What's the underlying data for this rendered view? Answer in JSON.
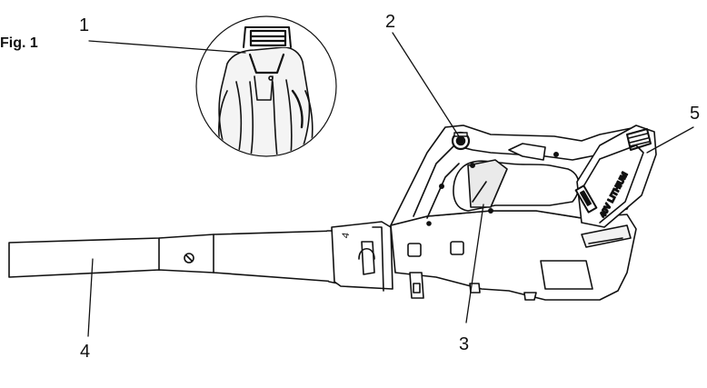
{
  "figure": {
    "title": "Fig. 1"
  },
  "callouts": [
    {
      "id": "1",
      "text": "1"
    },
    {
      "id": "2",
      "text": "2"
    },
    {
      "id": "3",
      "text": "3"
    },
    {
      "id": "4",
      "text": "4"
    },
    {
      "id": "5",
      "text": "5"
    }
  ],
  "battery": {
    "label_text": "40V LITHIUM"
  },
  "colors": {
    "line": "#111111",
    "background": "#ffffff",
    "shade": "#e8e8e8"
  }
}
